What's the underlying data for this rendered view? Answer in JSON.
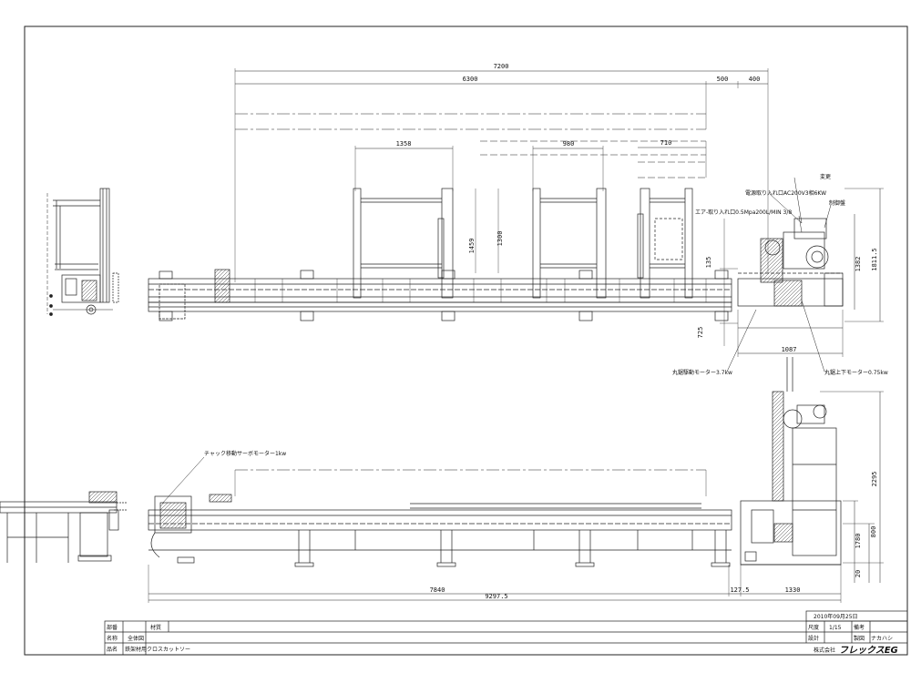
{
  "plan": {
    "dimensions": {
      "d7200": "7200",
      "d6300": "6300",
      "d500": "500",
      "d400": "400",
      "d1358": "1358",
      "d980": "980",
      "d710": "710",
      "d1459": "1459",
      "d1300": "1300",
      "d135": "135",
      "d725": "725",
      "d1382": "1382",
      "d1811": "1811.5",
      "d1087": "1087"
    },
    "notes": {
      "power": "電源取り入れ口AC200V3相6KW",
      "air": "エア-取り入れ口0.5Mpa200L/MIN 3/8",
      "panel_a": "変更",
      "panel_b": "制御盤",
      "saw_motor": "丸鋸駆動モーター3.7kw",
      "lift_motor": "丸鋸上下モーター0.75kw"
    }
  },
  "elevation": {
    "dimensions": {
      "d7840": "7840",
      "d9297": "9297.5",
      "d127": "127.5",
      "d1330": "1330",
      "d2295": "2295",
      "d1780": "1780",
      "d800": "800",
      "d20": "20"
    },
    "notes": {
      "servo": "チャック移動サーボモーター1kw"
    }
  },
  "title_block": {
    "date": "2010年09月25日",
    "h_part": "部番",
    "h_material": "材質",
    "h_scale": "尺度",
    "scale": "1/15",
    "h_remarks": "備考",
    "h_name": "名称",
    "name": "全体図",
    "h_design": "設計",
    "h_drawn": "製図",
    "drafter": "ナカハシ",
    "h_product": "品名",
    "product": "鉄架材用クロスカットソー",
    "company_prefix": "株式会社",
    "company_logo": "フレックスEG"
  }
}
